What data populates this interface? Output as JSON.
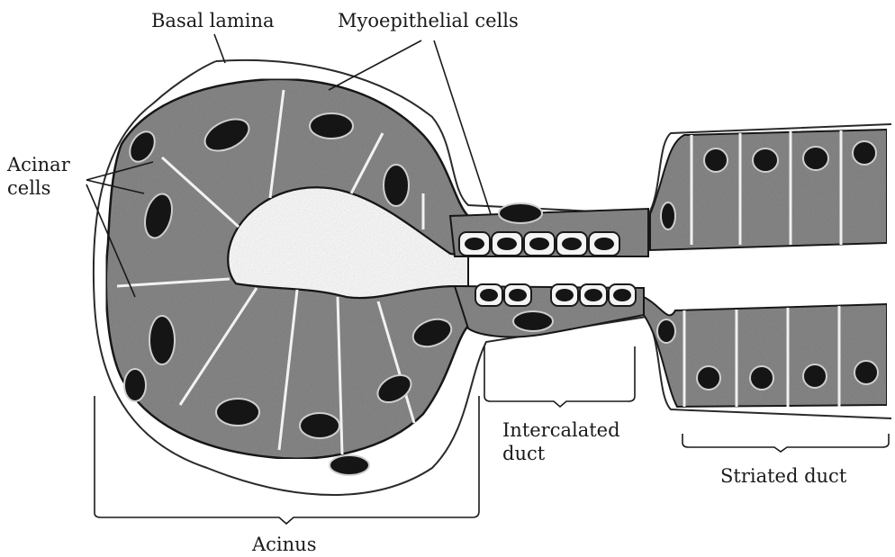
{
  "labels": {
    "basal_lamina": "Basal lamina",
    "myoepithelial": "Myoepithelial cells",
    "acinar": "Acinar\ncells",
    "intercalated": "Intercalated\nduct",
    "striated": "Striated duct",
    "acinus": "Acinus"
  },
  "colors": {
    "cytoplasm": "#8a8a8a",
    "nucleus": "#151515",
    "outline": "#1a1a1a",
    "lamina": "#2a2a2a"
  }
}
